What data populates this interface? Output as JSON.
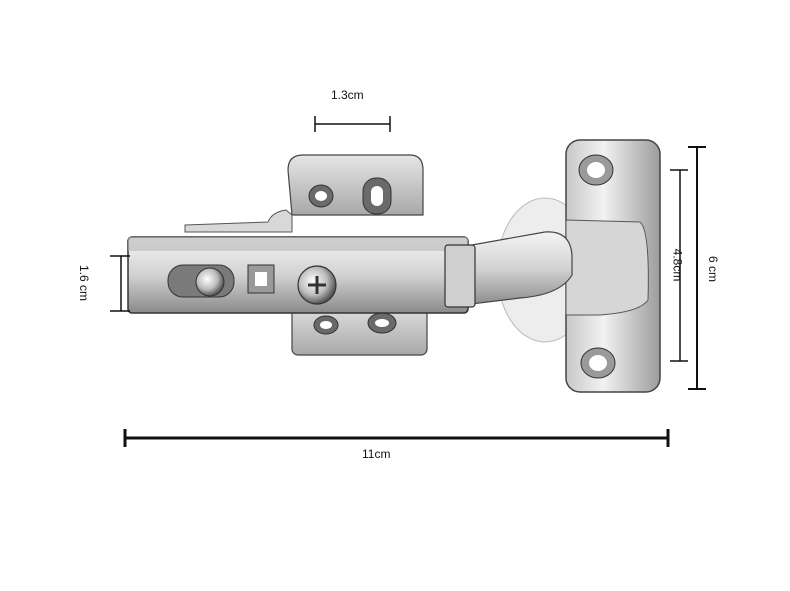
{
  "dimensions": {
    "hole_spacing": "1.3cm",
    "arm_height": "1.6 cm",
    "overall_length": "11cm",
    "mounting_hole_spacing": "4.8cm",
    "plate_height": "6 cm"
  },
  "colors": {
    "background": "#ffffff",
    "ink": "#111111",
    "metal_light": "#e9e9e9",
    "metal_mid": "#b8b8b8",
    "metal_dark": "#5a5a5a"
  }
}
